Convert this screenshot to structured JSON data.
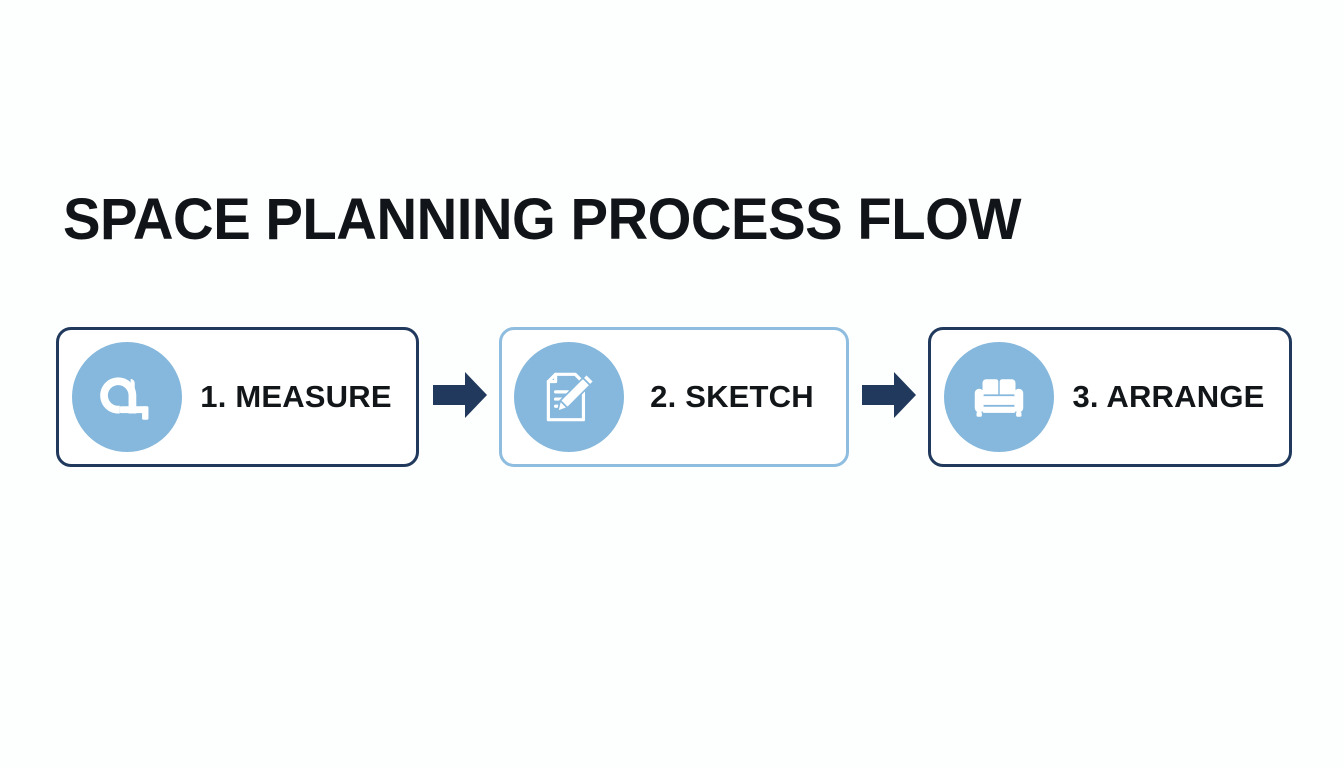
{
  "slide": {
    "title": "SPACE PLANNING PROCESS FLOW",
    "background_color": "#FDFEFE",
    "title_color": "#111418"
  },
  "theme": {
    "navy": "#20395C",
    "light_blue_border": "#8FBDDF",
    "circle_fill": "#85B8DC",
    "icon_color": "#FFFFFF",
    "card_fill": "#FFFFFF",
    "arrow_color": "#20395C"
  },
  "flow": {
    "steps": [
      {
        "number": "1.",
        "label": "1. MEASURE",
        "icon": "tape-measure-icon",
        "border_color": "#20395C",
        "border_style": "navy"
      },
      {
        "number": "2.",
        "label": "2. SKETCH",
        "icon": "document-pencil-icon",
        "border_color": "#8FBDDF",
        "border_style": "light-blue"
      },
      {
        "number": "3.",
        "label": "3. ARRANGE",
        "icon": "sofa-icon",
        "border_color": "#20395C",
        "border_style": "navy"
      }
    ],
    "connectors": [
      {
        "icon": "arrow-right-icon",
        "from": "1. MEASURE",
        "to": "2. SKETCH"
      },
      {
        "icon": "arrow-right-icon",
        "from": "2. SKETCH",
        "to": "3. ARRANGE"
      }
    ]
  }
}
